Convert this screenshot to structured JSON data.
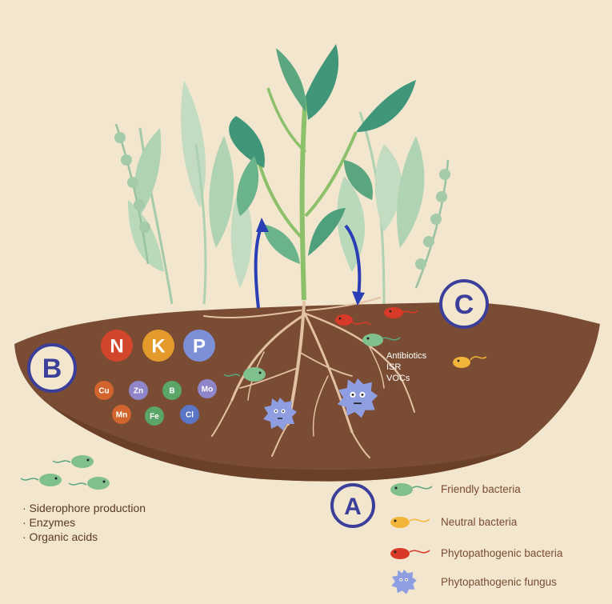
{
  "colors": {
    "background": "#f2e6cf",
    "soil": "#7a4c33",
    "soil_dark": "#6b4029",
    "root": "#e3c2a3",
    "label_ring": "#3b3f9a",
    "arrow": "#2a3fb5",
    "friendly_bacteria": "#7fc08e",
    "neutral_bacteria": "#f2b539",
    "pathogenic_bacteria": "#d83a2a",
    "fungus": "#8f9ee0",
    "legend_text": "#7a4c33"
  },
  "labels": {
    "a": "A",
    "b": "B",
    "c": "C"
  },
  "macronutrients": [
    {
      "symbol": "N",
      "color": "#d2472c"
    },
    {
      "symbol": "K",
      "color": "#e59a2c"
    },
    {
      "symbol": "P",
      "color": "#7d8fd6"
    }
  ],
  "micronutrients": [
    {
      "symbol": "Cu",
      "color": "#d2652e"
    },
    {
      "symbol": "Zn",
      "color": "#8f86c9"
    },
    {
      "symbol": "B",
      "color": "#5aa567"
    },
    {
      "symbol": "Mo",
      "color": "#8f86c9"
    },
    {
      "symbol": "Mn",
      "color": "#d2652e"
    },
    {
      "symbol": "Fe",
      "color": "#5aa567"
    },
    {
      "symbol": "Cl",
      "color": "#5b76c7"
    }
  ],
  "mechanisms_c": [
    "Antibiotics",
    "ISR",
    "VOCs"
  ],
  "mechanisms_b": [
    "· Siderophore production",
    "· Enzymes",
    "· Organic acids"
  ],
  "legend": [
    {
      "key": "friendly",
      "label": "Friendly bacteria",
      "color": "#7fc08e"
    },
    {
      "key": "neutral",
      "label": "Neutral bacteria",
      "color": "#f2b539"
    },
    {
      "key": "pathogenic",
      "label": "Phytopathogenic bacteria",
      "color": "#d83a2a"
    },
    {
      "key": "fungus",
      "label": "Phytopathogenic fungus",
      "color": "#8f9ee0"
    }
  ]
}
